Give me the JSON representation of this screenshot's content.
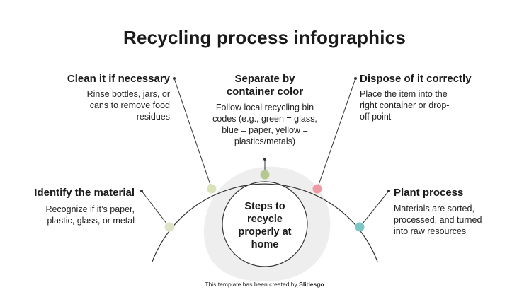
{
  "title": "Recycling process infographics",
  "center": "Steps to recycle properly at home",
  "steps": [
    {
      "title": "Identify the material",
      "desc": "Recognize if it’s paper, plastic, glass, or metal",
      "color": "#dfe3c6"
    },
    {
      "title": "Clean it if necessary",
      "desc": "Rinse bottles, jars, or cans to remove food residues",
      "color": "#d9e2b8"
    },
    {
      "title": "Separate by container color",
      "desc": "Follow local recycling bin codes (e.g., green = glass, blue = paper, yellow = plastics/metals)",
      "color": "#b5c88e"
    },
    {
      "title": "Dispose of it correctly",
      "desc": "Place the item into the right container or drop-off point",
      "color": "#ef9ba6"
    },
    {
      "title": "Plant process",
      "desc": "Materials are sorted, processed, and turned into raw resources",
      "color": "#7cc6c6"
    }
  ],
  "footer": {
    "prefix": "This template has been created by",
    "brand": "Slidesgo"
  },
  "colors": {
    "arc": "#333333",
    "blob": "#eeeeee",
    "line": "#333333"
  }
}
